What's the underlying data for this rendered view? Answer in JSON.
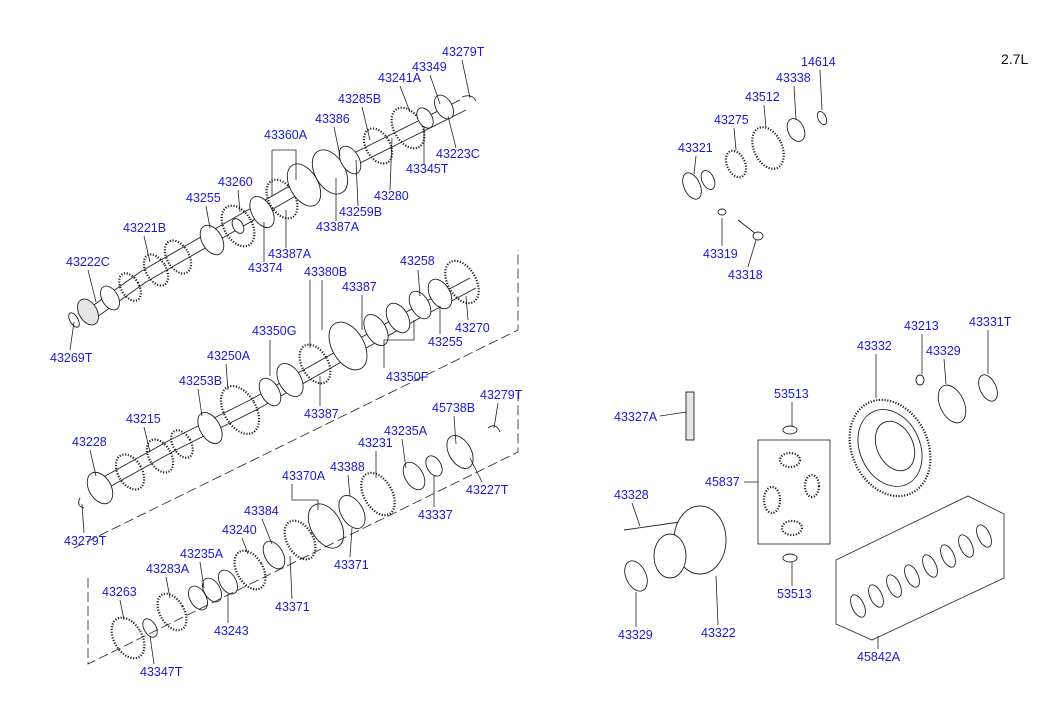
{
  "version_label": "2.7L",
  "part_numbers": [
    "43279T",
    "43349",
    "43241A",
    "43285B",
    "43386",
    "43360A",
    "43260",
    "43255",
    "43221B",
    "43222C",
    "43269T",
    "43223C",
    "43345T",
    "43280",
    "43259B",
    "43387A",
    "43387A",
    "43374",
    "43380B",
    "43387",
    "43258",
    "43350G",
    "43250A",
    "43253B",
    "43215",
    "43228",
    "43279T",
    "43270",
    "43255",
    "43350F",
    "43387",
    "45738B",
    "43279T",
    "43235A",
    "43231",
    "43388",
    "43370A",
    "43384",
    "43240",
    "43235A",
    "43283A",
    "43263",
    "43347T",
    "43243",
    "43371",
    "43371",
    "43337",
    "43227T",
    "14614",
    "43338",
    "43512",
    "43275",
    "43321",
    "43319",
    "43318",
    "43213",
    "43331T",
    "43332",
    "43329",
    "43327A",
    "53513",
    "45837",
    "43328",
    "53513",
    "43329",
    "43322",
    "45842A"
  ]
}
